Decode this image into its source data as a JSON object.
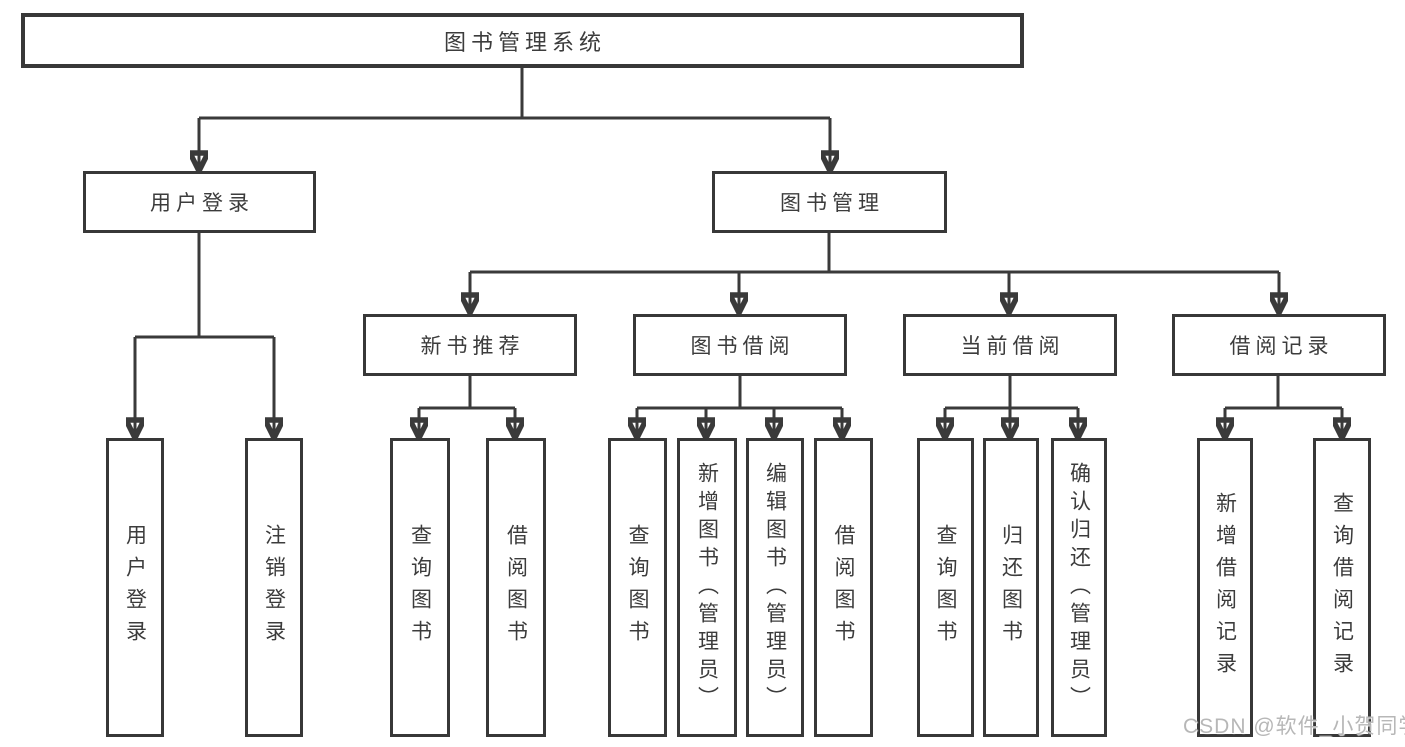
{
  "diagram_type": "hierarchy-tree",
  "colors": {
    "background": "#ffffff",
    "box_border": "#383838",
    "line": "#3a3a3a",
    "text": "#3c3c3c",
    "watermark": "#b7b7b7"
  },
  "tree": {
    "label": "图书管理系统",
    "children": [
      {
        "label": "用户登录",
        "children": [
          {
            "label": "用户登录"
          },
          {
            "label": "注销登录"
          }
        ]
      },
      {
        "label": "图书管理",
        "children": [
          {
            "label": "新书推荐",
            "children": [
              {
                "label": "查询图书"
              },
              {
                "label": "借阅图书"
              }
            ]
          },
          {
            "label": "图书借阅",
            "children": [
              {
                "label": "查询图书"
              },
              {
                "label": "新增图书（管理员）"
              },
              {
                "label": "编辑图书（管理员）"
              },
              {
                "label": "借阅图书"
              }
            ]
          },
          {
            "label": "当前借阅",
            "children": [
              {
                "label": "查询图书"
              },
              {
                "label": "归还图书"
              },
              {
                "label": "确认归还（管理员）"
              }
            ]
          },
          {
            "label": "借阅记录",
            "children": [
              {
                "label": "新增借阅记录"
              },
              {
                "label": "查询借阅记录"
              }
            ]
          }
        ]
      }
    ]
  },
  "watermark": "CSDN @软件_小贺同学"
}
